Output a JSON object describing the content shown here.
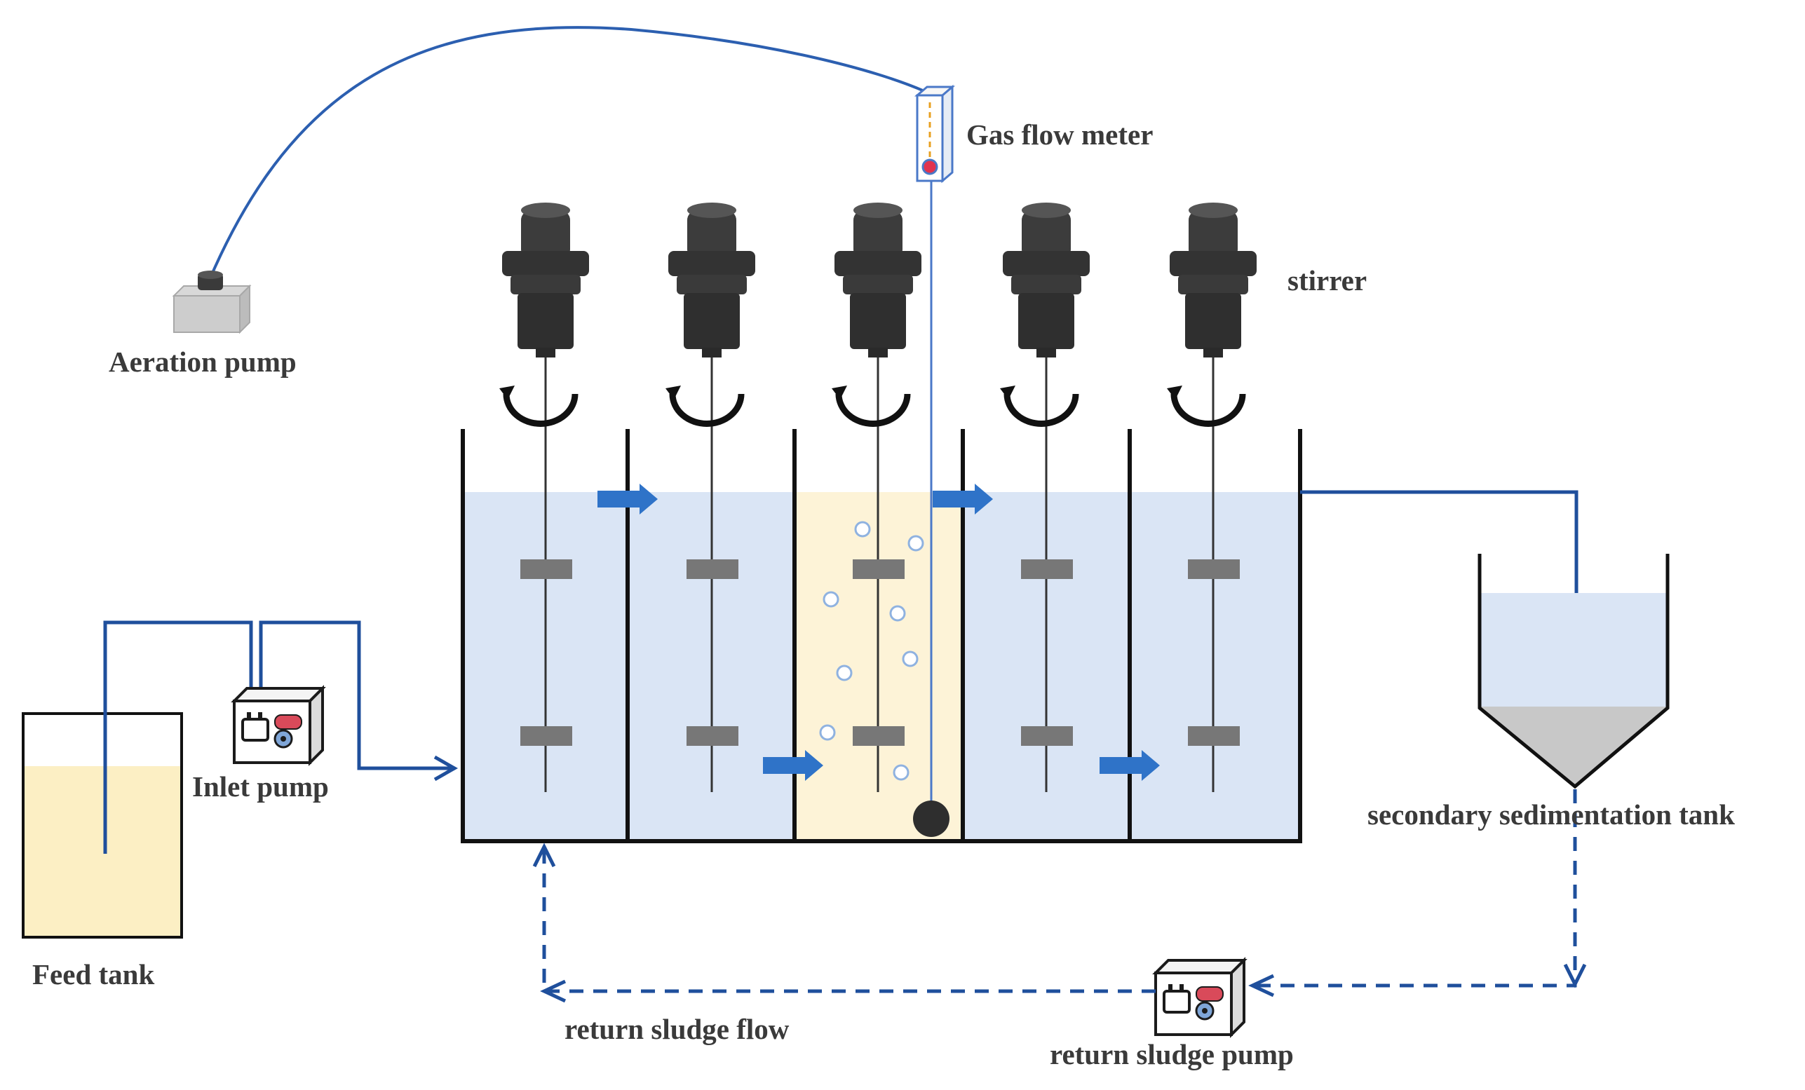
{
  "labels": {
    "gas_flow_meter": "Gas flow meter",
    "stirrer": "stirrer",
    "aeration_pump": "Aeration pump",
    "inlet_pump": "Inlet pump",
    "feed_tank": "Feed tank",
    "secondary_sedimentation_tank": "secondary sedimentation tank",
    "return_sludge_flow": "return sludge flow",
    "return_sludge_pump": "return sludge pump"
  },
  "colors": {
    "pipe": "#1f4f9c",
    "thin_pipe": "#4a78c8",
    "water": "#dae5f5",
    "feed": "#fcefc4",
    "aerobic_zone": "#fdf3d7",
    "sludge": "#c8c8c8",
    "wall": "#111111",
    "stirrer_body": "#3a3a3a",
    "paddle": "#777777",
    "flow_arrow": "#2f73c8",
    "pump_red": "#d94a5a"
  },
  "reactor": {
    "compartments": 5,
    "aerated_compartment": 3
  }
}
